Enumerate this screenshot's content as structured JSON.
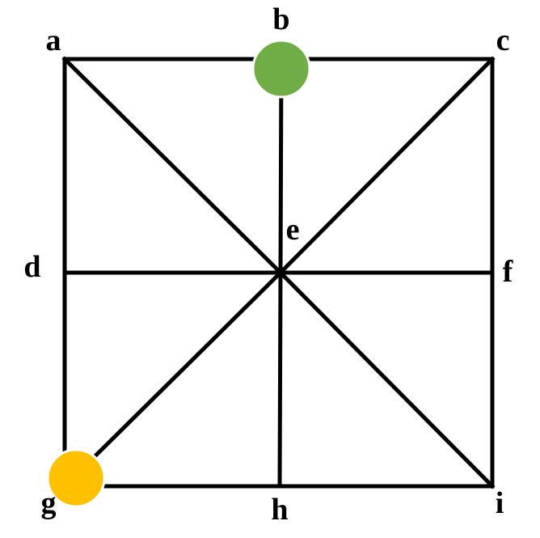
{
  "diagram": {
    "labels": {
      "a": "a",
      "b": "b",
      "c": "c",
      "d": "d",
      "e": "e",
      "f": "f",
      "g": "g",
      "h": "h",
      "i": "i"
    },
    "edges": [
      [
        "a",
        "b"
      ],
      [
        "b",
        "c"
      ],
      [
        "d",
        "e"
      ],
      [
        "e",
        "f"
      ],
      [
        "g",
        "h"
      ],
      [
        "h",
        "i"
      ],
      [
        "a",
        "d"
      ],
      [
        "d",
        "g"
      ],
      [
        "b",
        "e"
      ],
      [
        "e",
        "h"
      ],
      [
        "c",
        "f"
      ],
      [
        "f",
        "i"
      ],
      [
        "a",
        "e"
      ],
      [
        "e",
        "i"
      ],
      [
        "c",
        "e"
      ],
      [
        "e",
        "g"
      ]
    ],
    "pieces": [
      {
        "node": "b",
        "color": "#70AD47"
      },
      {
        "node": "g",
        "color": "#FFC000"
      }
    ],
    "line_color": "#000000"
  }
}
